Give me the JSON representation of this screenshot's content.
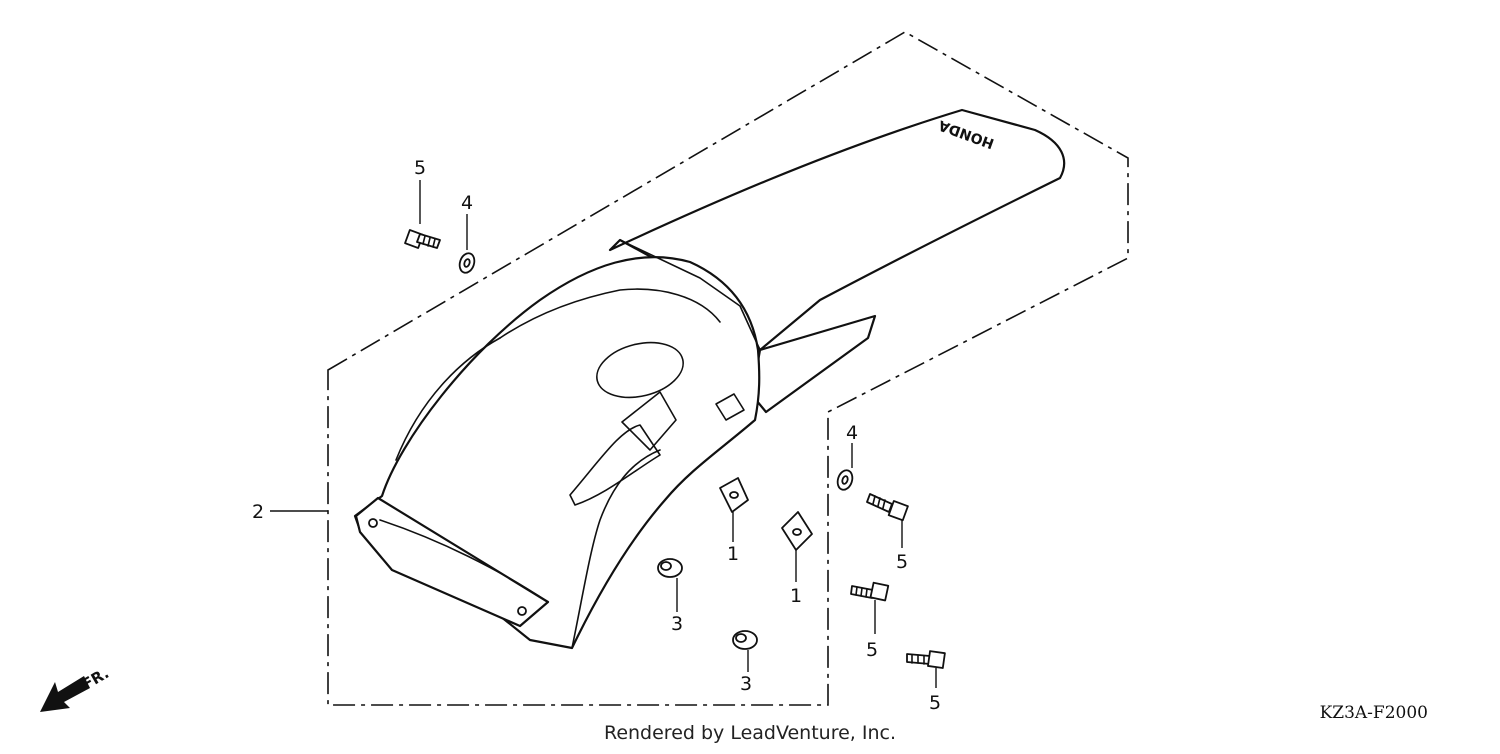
{
  "diagram": {
    "callouts": {
      "c1a": "1",
      "c1b": "1",
      "c2": "2",
      "c3a": "3",
      "c3b": "3",
      "c4a": "4",
      "c4b": "4",
      "c5a": "5",
      "c5b": "5",
      "c5c": "5",
      "c5d": "5"
    },
    "fender_brand": "HONDA",
    "direction_label": "FR.",
    "diagram_code": "KZ3A-F2000",
    "credit": "Rendered by LeadVenture, Inc."
  }
}
